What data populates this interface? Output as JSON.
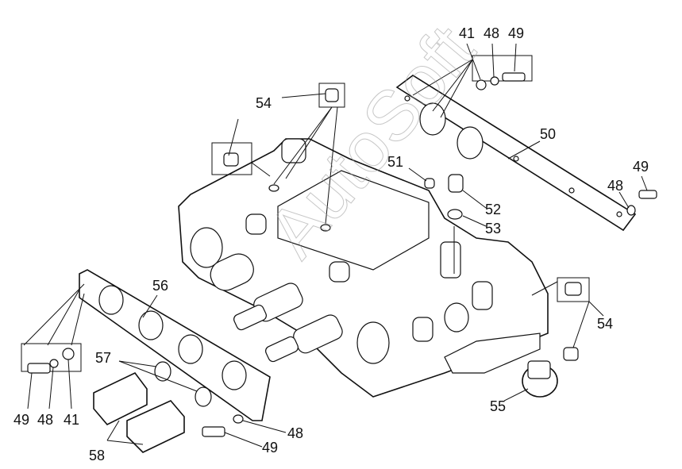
{
  "diagram": {
    "watermark": "AutoSoft",
    "callouts": [
      {
        "id": "c41-top",
        "text": "41"
      },
      {
        "id": "c48-top",
        "text": "48"
      },
      {
        "id": "c49-top",
        "text": "49"
      },
      {
        "id": "c54-top",
        "text": "54"
      },
      {
        "id": "c50",
        "text": "50"
      },
      {
        "id": "c51",
        "text": "51"
      },
      {
        "id": "c49-right",
        "text": "49"
      },
      {
        "id": "c48-right",
        "text": "48"
      },
      {
        "id": "c52",
        "text": "52"
      },
      {
        "id": "c53",
        "text": "53"
      },
      {
        "id": "c56",
        "text": "56"
      },
      {
        "id": "c54-right",
        "text": "54"
      },
      {
        "id": "c57",
        "text": "57"
      },
      {
        "id": "c49-left",
        "text": "49"
      },
      {
        "id": "c48-left",
        "text": "48"
      },
      {
        "id": "c41-left",
        "text": "41"
      },
      {
        "id": "c55",
        "text": "55"
      },
      {
        "id": "c48-bottom",
        "text": "48"
      },
      {
        "id": "c58",
        "text": "58"
      },
      {
        "id": "c49-bottom",
        "text": "49"
      }
    ]
  }
}
